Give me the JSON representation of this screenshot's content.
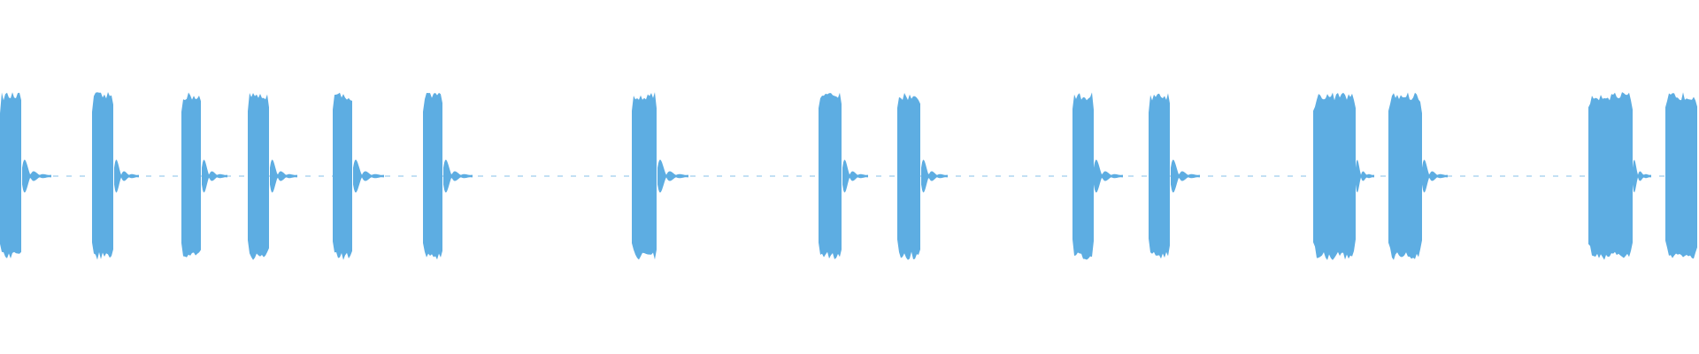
{
  "waveform": {
    "color": "#5dade2",
    "background": "#ffffff",
    "bursts": [
      {
        "start": 0.0,
        "end": 0.013,
        "tail": 0.03
      },
      {
        "start": 0.054,
        "end": 0.067,
        "tail": 0.082
      },
      {
        "start": 0.107,
        "end": 0.119,
        "tail": 0.134
      },
      {
        "start": 0.146,
        "end": 0.159,
        "tail": 0.175
      },
      {
        "start": 0.196,
        "end": 0.208,
        "tail": 0.226
      },
      {
        "start": 0.249,
        "end": 0.261,
        "tail": 0.278
      },
      {
        "start": 0.372,
        "end": 0.387,
        "tail": 0.405
      },
      {
        "start": 0.482,
        "end": 0.496,
        "tail": 0.511
      },
      {
        "start": 0.528,
        "end": 0.542,
        "tail": 0.558
      },
      {
        "start": 0.631,
        "end": 0.644,
        "tail": 0.661
      },
      {
        "start": 0.676,
        "end": 0.689,
        "tail": 0.706
      },
      {
        "start": 0.773,
        "end": 0.798,
        "tail": 0.809
      },
      {
        "start": 0.817,
        "end": 0.837,
        "tail": 0.852
      },
      {
        "start": 0.935,
        "end": 0.961,
        "tail": 0.972
      },
      {
        "start": 0.98,
        "end": 1.0,
        "tail": 1.0
      }
    ]
  }
}
